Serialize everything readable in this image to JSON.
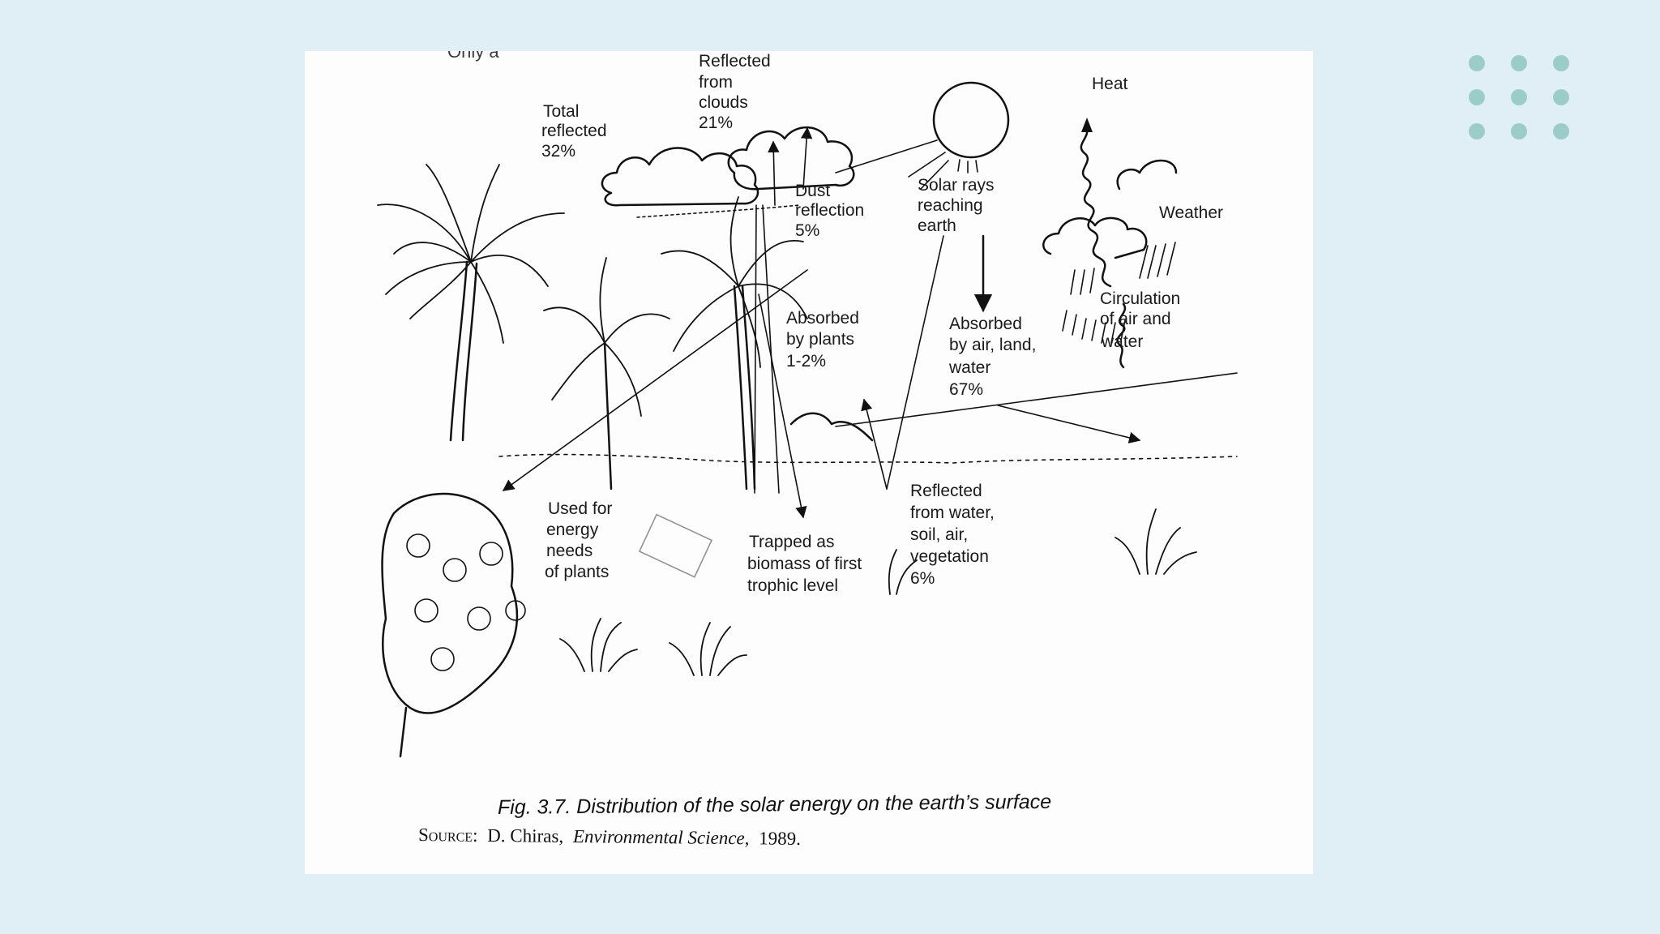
{
  "figure": {
    "top_fragment": "Only a",
    "labels": {
      "reflected_from_clouds": [
        "Reflected",
        "from",
        "clouds",
        "21%"
      ],
      "total_reflected": [
        "Total",
        "reflected",
        "32%"
      ],
      "dust_reflection": [
        "Dust",
        "reflection",
        "5%"
      ],
      "solar_rays": [
        "Solar rays",
        "reaching",
        "earth"
      ],
      "heat": "Heat",
      "weather": "Weather",
      "circulation": [
        "Circulation",
        "of air and",
        "water"
      ],
      "absorbed_plants": [
        "Absorbed",
        "by plants",
        "1-2%"
      ],
      "absorbed_air": [
        "Absorbed",
        "by air, land,",
        "water",
        "67%"
      ],
      "used_for_energy": [
        "Used for",
        "energy",
        "needs",
        "of plants"
      ],
      "trapped_biomass": [
        "Trapped as",
        "biomass of first",
        "trophic level"
      ],
      "reflected_water": [
        "Reflected",
        "from water,",
        "soil, air,",
        "vegetation",
        "6%"
      ]
    },
    "caption": "Fig. 3.7. Distribution of the solar energy on the earth’s surface",
    "source": {
      "prefix": "Source:",
      "author": "D. Chiras,",
      "title": "Environmental Science,",
      "year": "1989."
    }
  },
  "decor": {
    "dot_color": "#9cccca",
    "background": "#e0eef5"
  }
}
